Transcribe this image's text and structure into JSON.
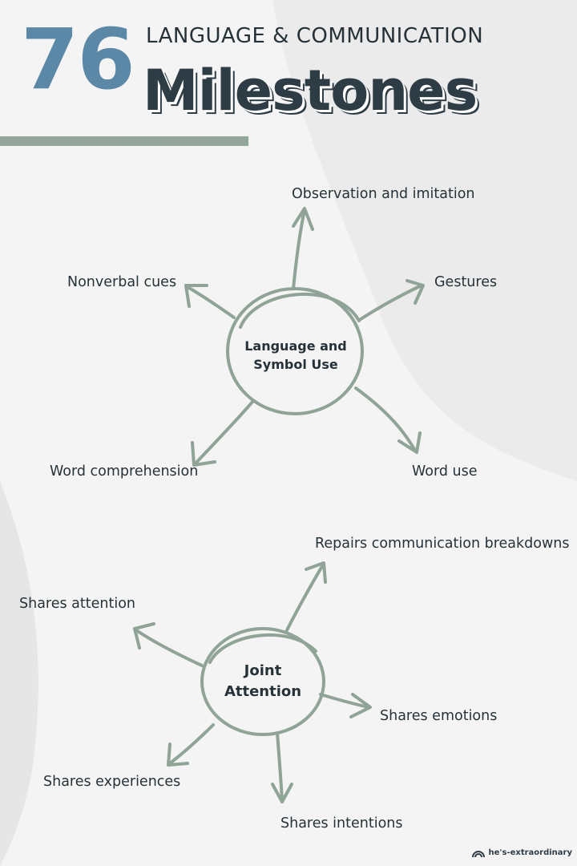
{
  "header": {
    "number": "76",
    "subtitle": "LANGUAGE & COMMUNICATION",
    "title": "Milestones"
  },
  "colors": {
    "sage": "#8fa396",
    "blue": "#5b88a6",
    "dark": "#263238"
  },
  "diagram_1": {
    "center": [
      "Language and",
      "Symbol Use"
    ],
    "branches": {
      "top": "Observation and imitation",
      "upper_left": "Nonverbal cues",
      "upper_right": "Gestures",
      "lower_left": "Word comprehension",
      "lower_right": "Word use"
    }
  },
  "diagram_2": {
    "center": [
      "Joint",
      "Attention"
    ],
    "branches": {
      "top_right": "Repairs communication breakdowns",
      "upper_left": "Shares attention",
      "right": "Shares emotions",
      "lower_left": "Shares experiences",
      "bottom": "Shares intentions"
    }
  },
  "footer": {
    "brand": "he's-extraordinary",
    "logo_icon": "rainbow-icon"
  }
}
